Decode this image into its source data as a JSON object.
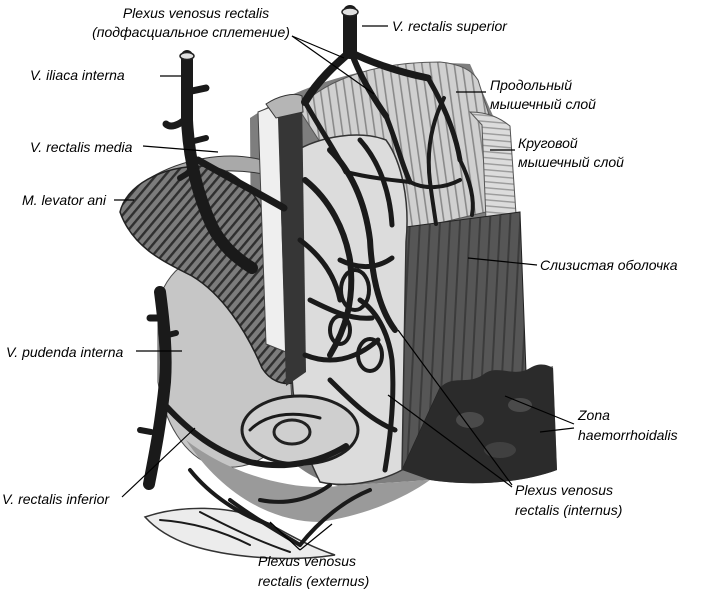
{
  "palette": {
    "background": "#ffffff",
    "ink": "#000000",
    "vein": "#1a1a1a"
  },
  "labels": {
    "plexus_subfascial": {
      "line1": "Plexus venosus rectalis",
      "line2": "(подфасциальное сплетение)"
    },
    "v_rectalis_superior": "V. rectalis superior",
    "v_iliaca_interna": "V. iliaca interna",
    "longitudinal_muscle": {
      "line1": "Продольный",
      "line2": "мышечный слой"
    },
    "circular_muscle": {
      "line1": "Круговой",
      "line2": "мышечный слой"
    },
    "v_rectalis_media": "V. rectalis media",
    "m_levator_ani": "M. levator ani",
    "mucosa": "Слизистая оболочка",
    "v_pudenda_interna": "V. pudenda interna",
    "zona_haemorrhoidalis": {
      "line1": "Zona",
      "line2": "haemorrhoidalis"
    },
    "v_rectalis_inferior": "V. rectalis inferior",
    "plexus_internus": {
      "line1": "Plexus venosus",
      "line2": "rectalis (internus)"
    },
    "plexus_externus": {
      "line1": "Plexus venosus",
      "line2": "rectalis (externus)"
    }
  }
}
